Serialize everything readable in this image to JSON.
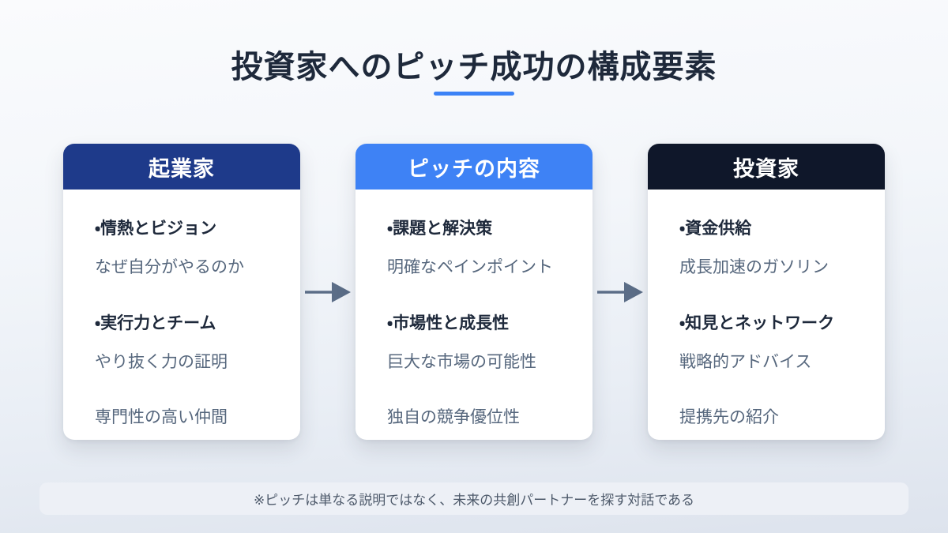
{
  "title": {
    "text": "投資家へのピッチ成功の構成要素",
    "underline_color": "#3b82f6"
  },
  "colors": {
    "title_text": "#1e293b",
    "bold_text": "#1e293b",
    "desc_text": "#56677d",
    "arrow": "#5b6d87",
    "card_background": "#ffffff",
    "footer_background": "#edf0f6",
    "background_top": "#fafbfd",
    "background_bottom": "#dde3ed"
  },
  "cards": [
    {
      "header": "起業家",
      "header_color": "#1e3a8a",
      "lines": [
        "・情熱とビジョン",
        "なぜ自分がやるのか",
        "・実行力とチーム",
        "やり抜く力の証明",
        "専門性の高い仲間"
      ]
    },
    {
      "header": "ピッチの内容",
      "header_color": "#3e82f5",
      "lines": [
        "・課題と解決策",
        "明確なペインポイント",
        "・市場性と成長性",
        "巨大な市場の可能性",
        "独自の競争優位性"
      ]
    },
    {
      "header": "投資家",
      "header_color": "#0f172a",
      "lines": [
        "・資金供給",
        "成長加速のガソリン",
        "・知見とネットワーク",
        "戦略的アドバイス",
        "提携先の紹介"
      ]
    }
  ],
  "footer": {
    "note": "※ピッチは単なる説明ではなく、未来の共創パートナーを探す対話である"
  }
}
